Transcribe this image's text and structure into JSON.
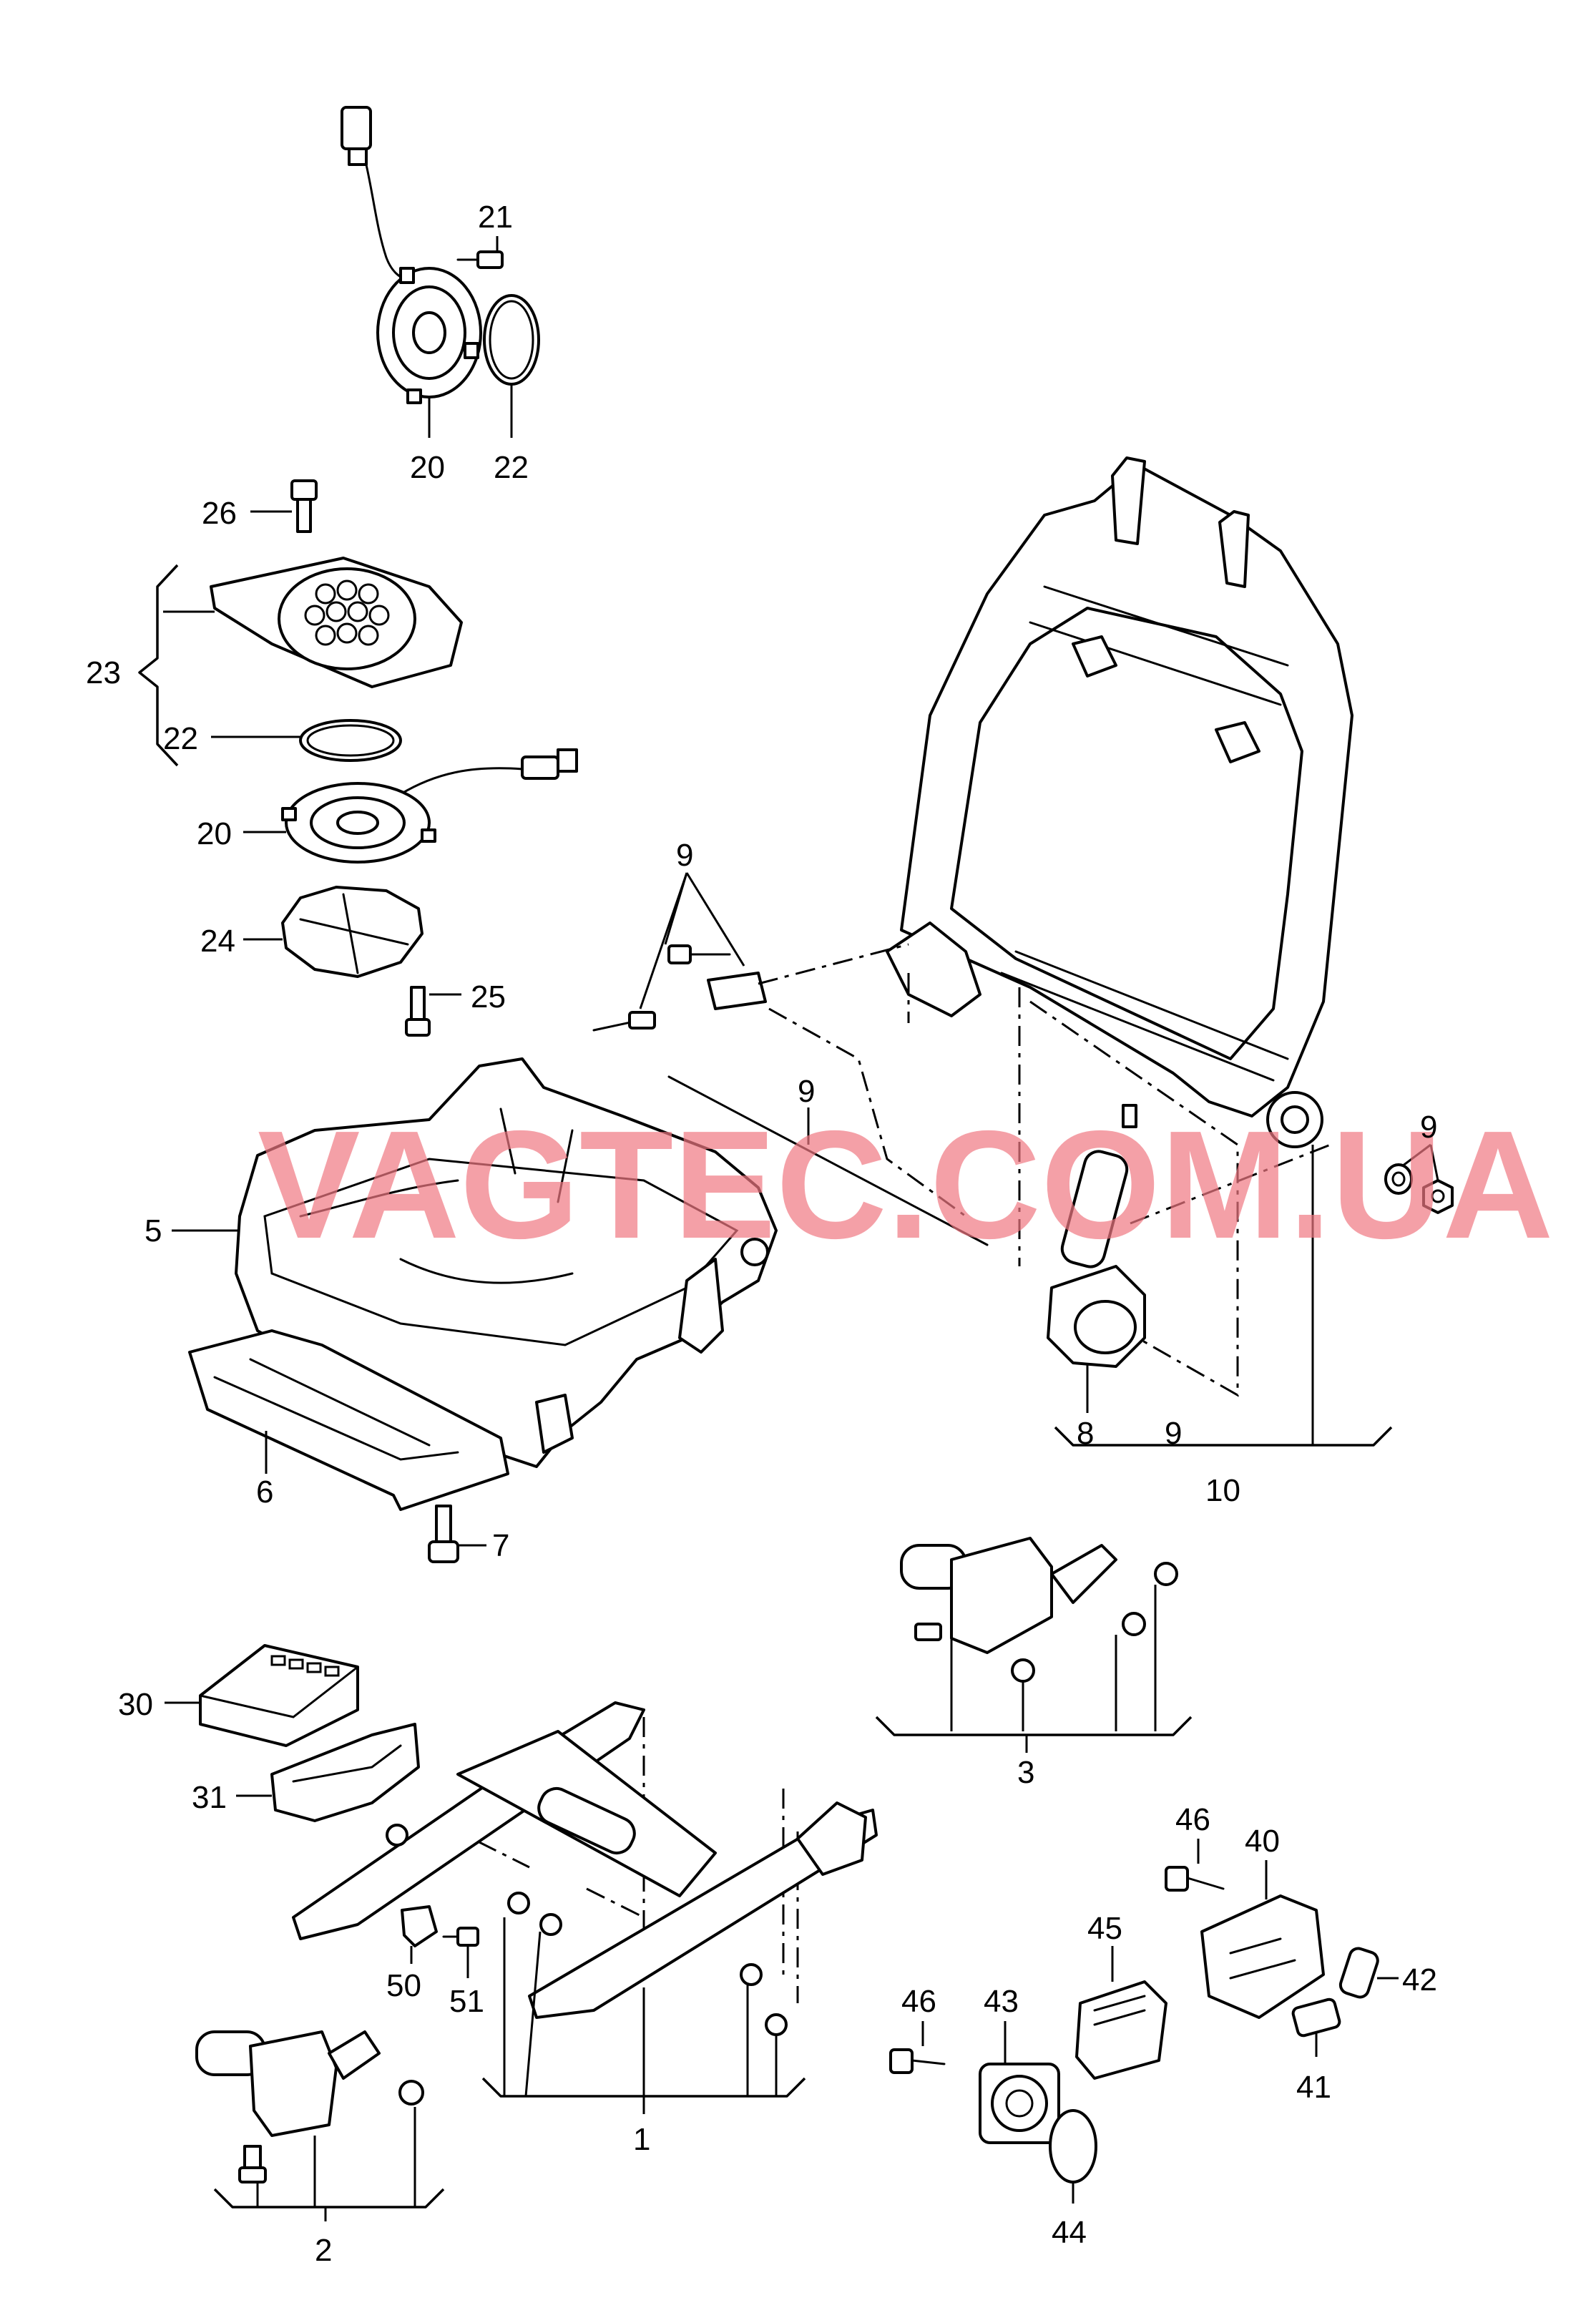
{
  "watermark": "VAGTEC.COM.UA",
  "labels": {
    "n1": "1",
    "n2": "2",
    "n3": "3",
    "n5": "5",
    "n6": "6",
    "n7": "7",
    "n8": "8",
    "n9a": "9",
    "n9b": "9",
    "n9c": "9",
    "n9d": "9",
    "n10": "10",
    "n20a": "20",
    "n20b": "20",
    "n21": "21",
    "n22a": "22",
    "n22b": "22",
    "n23": "23",
    "n24": "24",
    "n25": "25",
    "n26": "26",
    "n30": "30",
    "n31": "31",
    "n40": "40",
    "n41": "41",
    "n42": "42",
    "n43": "43",
    "n44": "44",
    "n45": "45",
    "n46a": "46",
    "n46b": "46",
    "n50": "50",
    "n51": "51"
  }
}
